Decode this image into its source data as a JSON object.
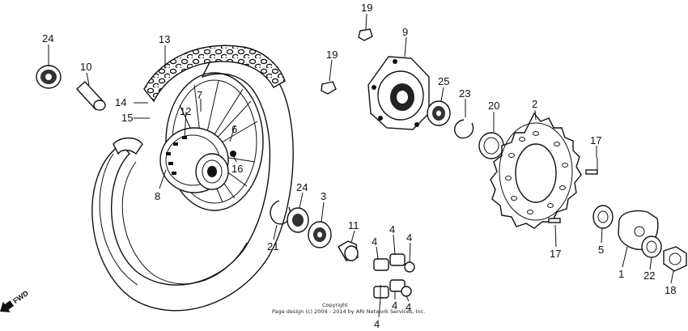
{
  "diagram": {
    "callouts": [
      "24",
      "10",
      "13",
      "14",
      "15",
      "12",
      "7",
      "6",
      "16",
      "8",
      "19",
      "19",
      "9",
      "25",
      "23",
      "20",
      "2",
      "17",
      "17",
      "5",
      "1",
      "22",
      "18",
      "24",
      "3",
      "21",
      "11",
      "4",
      "4",
      "4",
      "4",
      "4",
      "4"
    ],
    "fwd_label": "FWD",
    "copyright_line1": "Copyright",
    "copyright_line2": "Page design (c) 2004 - 2014 by ARI Network Services, Inc."
  },
  "colors": {
    "ink": "#111111",
    "paper": "#ffffff",
    "tread": "#222222"
  }
}
